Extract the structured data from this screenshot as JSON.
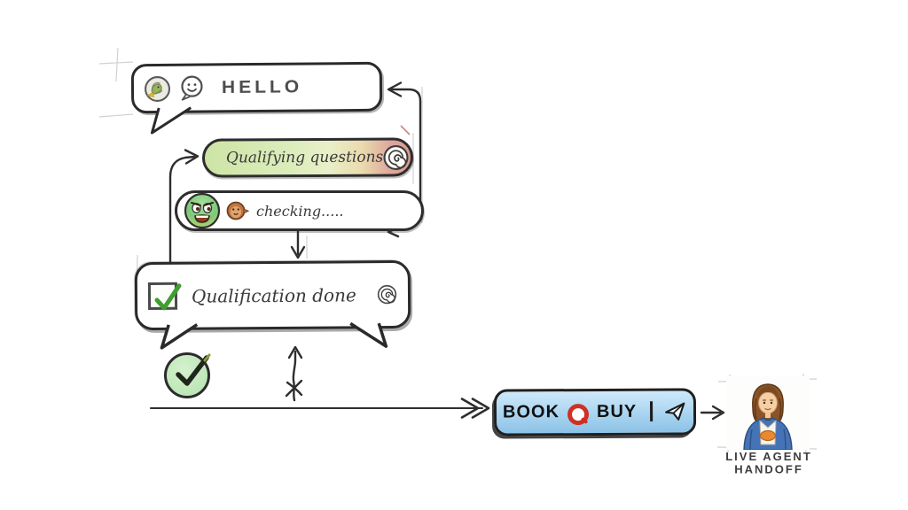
{
  "flow": {
    "hello": {
      "label": "HELLO"
    },
    "qualifying": {
      "label": "Qualifying questions"
    },
    "checking": {
      "label": "checking....."
    },
    "qualification": {
      "label": "Qualification done"
    },
    "cta": {
      "book": "BOOK",
      "buy": "BUY",
      "separator": "|"
    },
    "handoff": {
      "line1": "LIVE AGENT",
      "line2": "HANDOFF"
    }
  },
  "icons": {
    "hello_left": "bot-bird-avatar-icon",
    "hello_right": "smiley-chat-icon",
    "qualifying_right": "spiral-icon",
    "checking_left": "angry-green-face-icon",
    "checking_mid": "small-orange-face-icon",
    "qualification_left": "checkbox-checked-icon",
    "qualification_right": "spiral-icon",
    "standalone": "check-circle-icon",
    "cta_mid": "red-ring-icon",
    "cta_right": "send-plane-icon",
    "handoff": "live-agent-avatar"
  },
  "colors": {
    "ink": "#2a2a2a",
    "hello_text": "#4d4d4d",
    "pill_green": "#dcedbb",
    "pill_red_end": "#d99b90",
    "button_blue": "#a9d4f0",
    "check_circle_green": "#bfe8b9",
    "checkbox_check_green": "#3f9f2f",
    "ring_red": "#ce3026",
    "agent_jacket_blue": "#4673b6",
    "agent_accent_orange": "#e8892f",
    "handoff_text": "#3e3e3e"
  }
}
